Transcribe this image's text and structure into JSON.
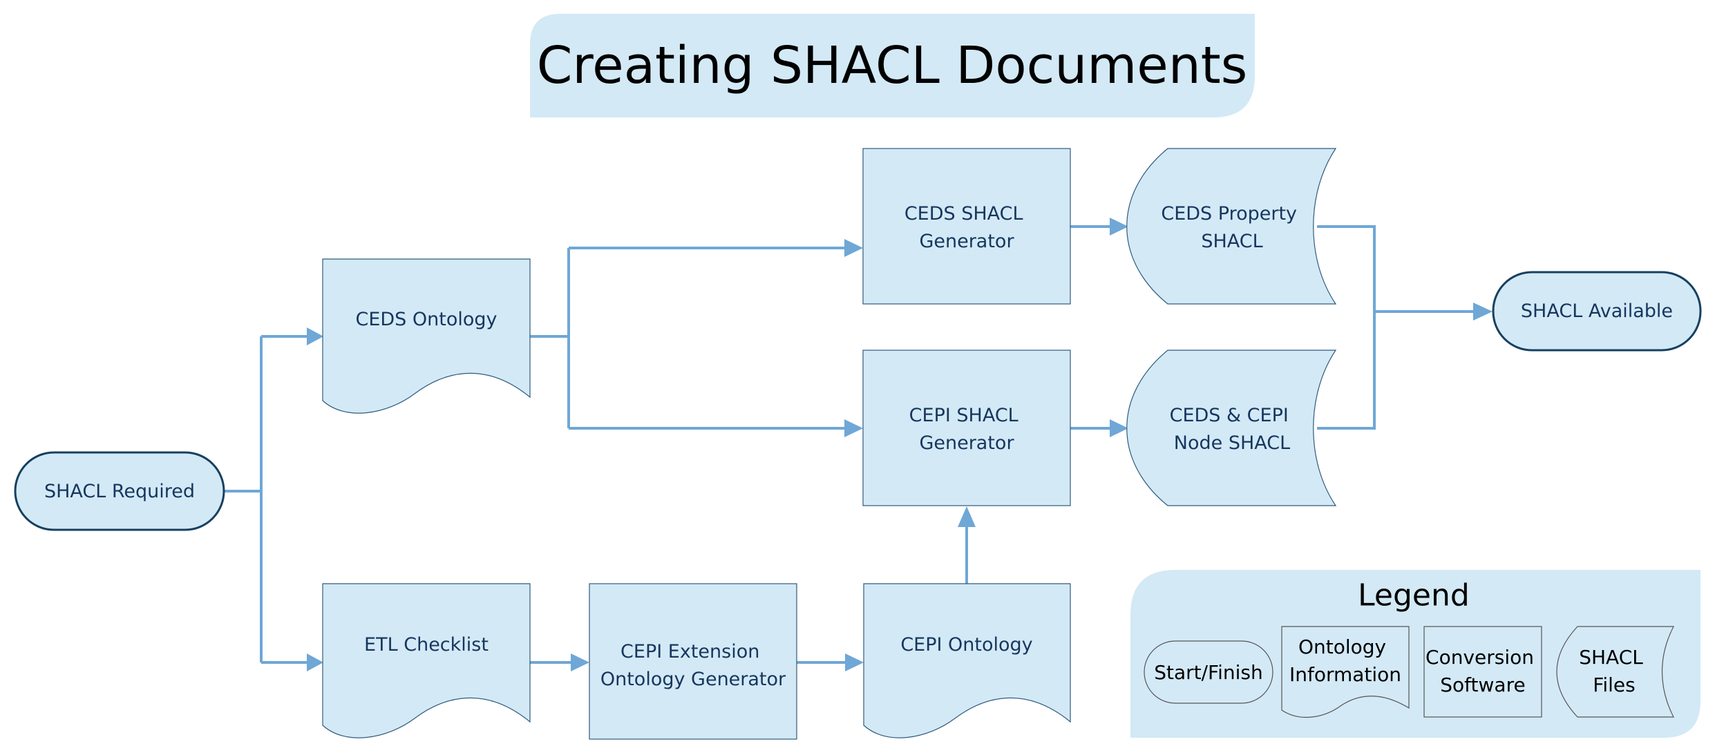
{
  "title": "Creating SHACL Documents",
  "nodes": {
    "shacl_required": [
      "SHACL Required"
    ],
    "ceds_ontology": [
      "CEDS Ontology"
    ],
    "etl_checklist": [
      "ETL Checklist"
    ],
    "cepi_extension_generator": [
      "CEPI Extension",
      "Ontology Generator"
    ],
    "cepi_ontology": [
      "CEPI Ontology"
    ],
    "ceds_shacl_generator": [
      "CEDS SHACL",
      "Generator"
    ],
    "cepi_shacl_generator": [
      "CEPI SHACL",
      "Generator"
    ],
    "ceds_property_shacl": [
      "CEDS Property",
      "SHACL"
    ],
    "ceds_cepi_node_shacl": [
      "CEDS & CEPI",
      "Node SHACL"
    ],
    "shacl_available": [
      "SHACL Available"
    ]
  },
  "legend": {
    "title": "Legend",
    "start_finish": [
      "Start/Finish"
    ],
    "ontology_information": [
      "Ontology",
      "Information"
    ],
    "conversion_software": [
      "Conversion",
      "Software"
    ],
    "shacl_files": [
      "SHACL",
      "Files"
    ]
  },
  "colors": {
    "shape_fill": "#d3e9f6",
    "connector": "#6fa7d6",
    "node_text": "#17365d",
    "terminal_border": "#17405f"
  }
}
